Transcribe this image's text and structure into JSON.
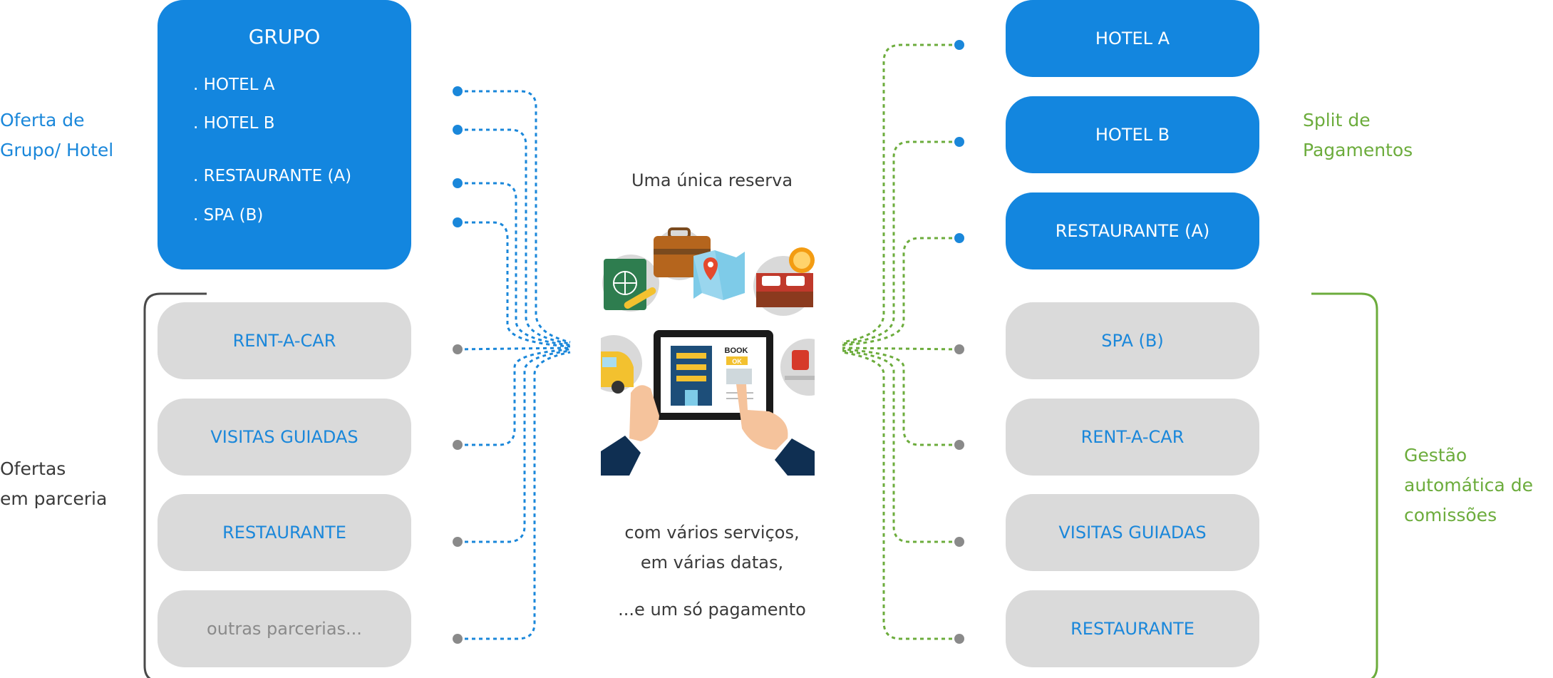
{
  "left_panel": {
    "label_offer": [
      "Oferta de",
      "Grupo/ Hotel"
    ],
    "label_partners": [
      "Ofertas",
      "em parceria"
    ],
    "group": {
      "title": "GRUPO",
      "items": [
        ". HOTEL A",
        ". HOTEL B",
        ". RESTAURANTE (A)",
        ". SPA (B)"
      ]
    },
    "partner_items": [
      "RENT-A-CAR",
      "VISITAS GUIADAS",
      "RESTAURANTE",
      "outras parcerias..."
    ]
  },
  "center": {
    "top_text": "Uma única reserva",
    "tablet_book": "BOOK",
    "tablet_ok": "OK",
    "bottom_lines": [
      "com vários serviços,",
      "em várias datas,"
    ],
    "highlight": "...e um só pagamento"
  },
  "right_panel": {
    "blue_items": [
      "HOTEL A",
      "HOTEL B",
      "RESTAURANTE (A)"
    ],
    "grey_items": [
      "SPA (B)",
      "RENT-A-CAR",
      "VISITAS GUIADAS",
      "RESTAURANTE"
    ],
    "label_split": [
      "Split de",
      "Pagamentos"
    ],
    "label_commissions": [
      "Gestão",
      "automática de",
      "comissões"
    ]
  },
  "colors": {
    "blue": "#1386df",
    "grey_box": "#dadada",
    "green": "#6cac3c",
    "dot_grey": "#8a8a8a"
  }
}
